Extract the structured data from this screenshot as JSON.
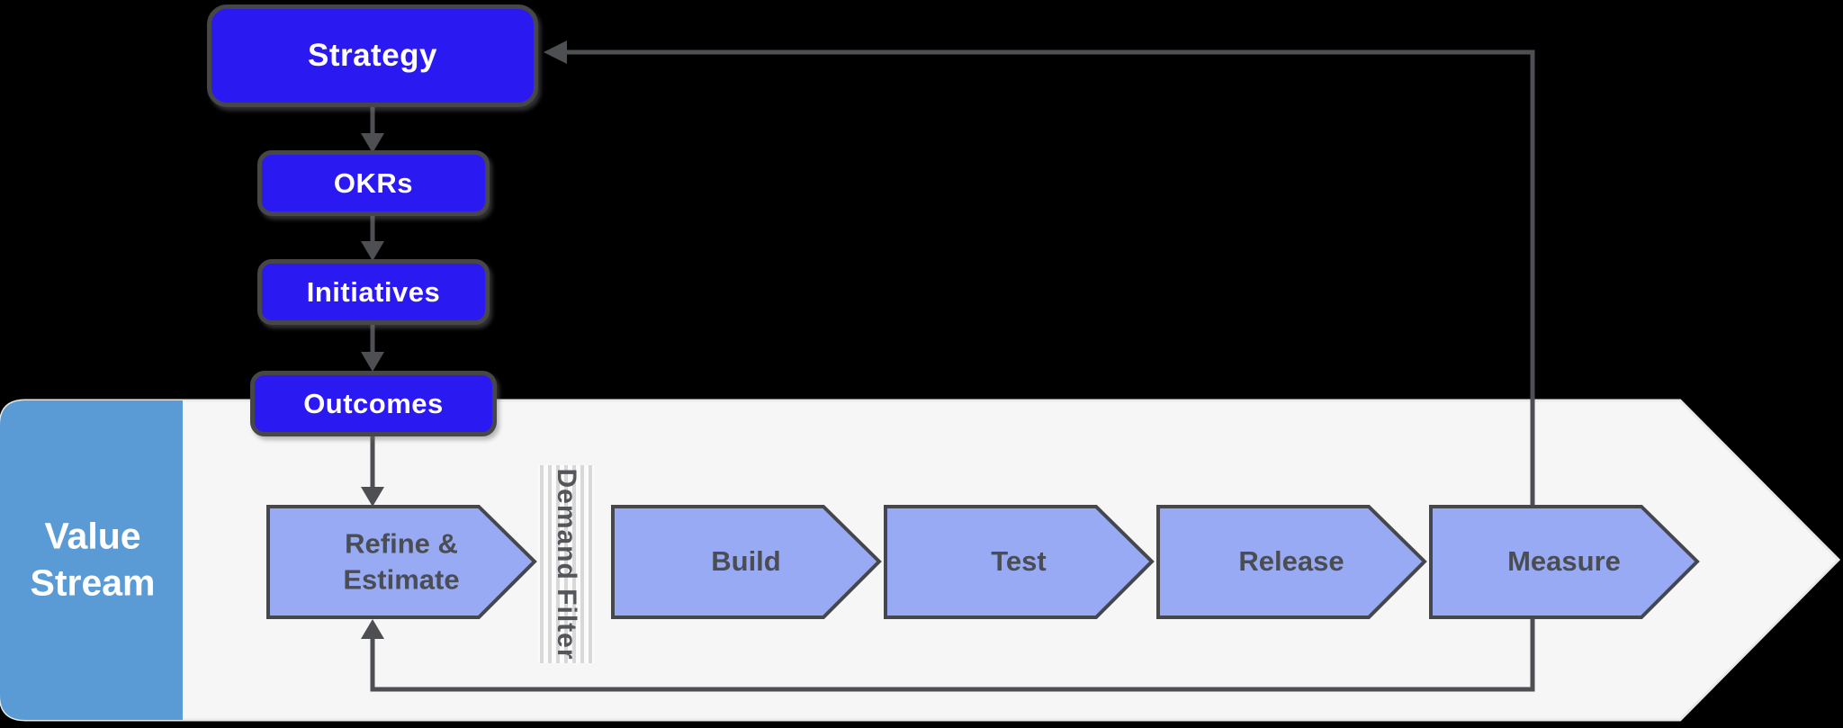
{
  "canvas": {
    "background": "#000000"
  },
  "flow": {
    "boxes": [
      {
        "id": "strategy",
        "label": "Strategy"
      },
      {
        "id": "okrs",
        "label": "OKRs"
      },
      {
        "id": "initiatives",
        "label": "Initiatives"
      },
      {
        "id": "outcomes",
        "label": "Outcomes"
      }
    ],
    "box_fill": "#2b19f1",
    "box_border": "#474747",
    "box_text_color": "#ffffff"
  },
  "value_stream": {
    "label": "Value Stream",
    "label_bg": "#5b9bd5",
    "body_fill": "#f6f6f7",
    "stages": [
      {
        "label": "Refine & Estimate"
      },
      {
        "label": "Build"
      },
      {
        "label": "Test"
      },
      {
        "label": "Release"
      },
      {
        "label": "Measure"
      }
    ],
    "stage_fill": "#98aaf3",
    "stage_border": "#45474c",
    "stage_text_color": "#4a4d53",
    "demand_filter": {
      "label": "Demand Filter"
    }
  },
  "connectors": {
    "color": "#4d4f52",
    "loops": [
      "measure-to-strategy",
      "measure-to-refine"
    ]
  }
}
